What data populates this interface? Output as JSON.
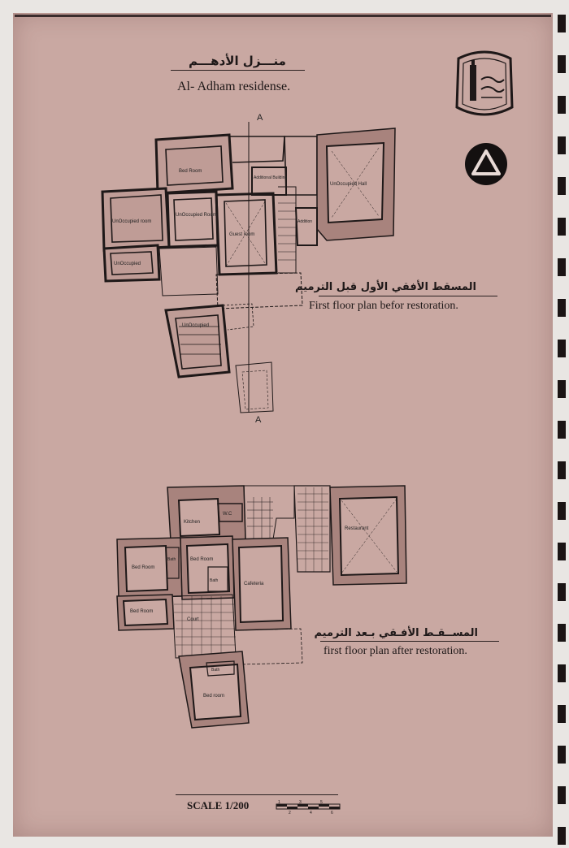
{
  "heading": {
    "arabic": "منـــزل الأدهـــم",
    "english": "Al- Adham residense."
  },
  "plan_before": {
    "arabic": "المسقط الأفقي الأول قبل الترميم",
    "english": "First floor plan befor restoration.",
    "section_label_top": "A",
    "section_label_bottom": "A",
    "rooms": {
      "bed_room": "Bed Room",
      "additional_building": "Additional Building",
      "unoccupied_hall": "UnOccupied Hall",
      "unoccupied_room_left": "UnOccupied room",
      "unoccupied_room_center": "UnOccupied Room",
      "guest_room": "Guest room",
      "unoccupied_small": "UnOccupied",
      "addition": "Addition",
      "unoccupied_lower": "UnOccupied"
    }
  },
  "plan_after": {
    "arabic": "المســقـط الأفـقي بـعد الترميم",
    "english": "first floor plan after restoration.",
    "rooms": {
      "kitchen": "Kitchen",
      "wc": "W.C",
      "restaurant": "Restaurant",
      "bed_room_1": "Bed Room",
      "bath_1": "Bath",
      "bed_room_2": "Bed Room",
      "bath_2": "Bath",
      "cafeteria": "Cafeteria",
      "bed_room_3": "Bed Room",
      "court": "Court",
      "bath_3": "Bath",
      "bed_room_4": "Bed room"
    }
  },
  "scale": {
    "label": "SCALE  1/200",
    "ticks_top": [
      "1",
      "3",
      "5"
    ],
    "ticks_bottom": [
      "2",
      "4",
      "6"
    ]
  },
  "colors": {
    "paper": "#c9a8a2",
    "ink": "#1e1818"
  }
}
